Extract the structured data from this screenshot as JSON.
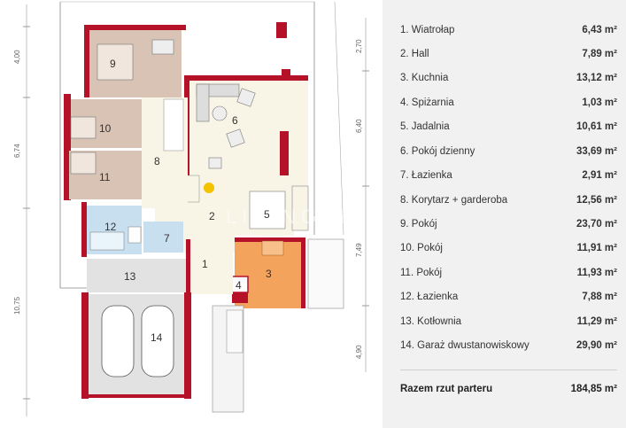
{
  "plan": {
    "dimensions_left": [
      "4,00",
      "6,74",
      "10,75"
    ],
    "dimensions_right": [
      "2,70",
      "6,40",
      "7,49",
      "4,90"
    ],
    "room_numbers": [
      "1",
      "2",
      "3",
      "4",
      "5",
      "6",
      "7",
      "8",
      "9",
      "10",
      "11",
      "12",
      "13",
      "14"
    ],
    "watermark": "LIVING HAUS",
    "colors": {
      "wall": "#b5122a",
      "living": "#f8f4e6",
      "kitchen": "#f4a35c",
      "bedroom": "#d8c3b5",
      "bath": "#c8dff0",
      "garage": "#e2e2e2"
    }
  },
  "rooms": [
    {
      "name": "1. Wiatrołap",
      "area": "6,43 m²"
    },
    {
      "name": "2. Hall",
      "area": "7,89 m²"
    },
    {
      "name": "3. Kuchnia",
      "area": "13,12 m²"
    },
    {
      "name": "4. Spiżarnia",
      "area": "1,03 m²"
    },
    {
      "name": "5. Jadalnia",
      "area": "10,61 m²"
    },
    {
      "name": "6. Pokój dzienny",
      "area": "33,69 m²"
    },
    {
      "name": "7. Łazienka",
      "area": "2,91 m²"
    },
    {
      "name": "8. Korytarz + garderoba",
      "area": "12,56 m²"
    },
    {
      "name": "9. Pokój",
      "area": "23,70 m²"
    },
    {
      "name": "10. Pokój",
      "area": "11,91 m²"
    },
    {
      "name": "11. Pokój",
      "area": "11,93 m²"
    },
    {
      "name": "12. Łazienka",
      "area": "7,88 m²"
    },
    {
      "name": "13. Kotłownia",
      "area": "11,29 m²"
    },
    {
      "name": "14. Garaż dwustanowiskowy",
      "area": "29,90 m²"
    }
  ],
  "total": {
    "label": "Razem rzut parteru",
    "area": "184,85 m²"
  }
}
